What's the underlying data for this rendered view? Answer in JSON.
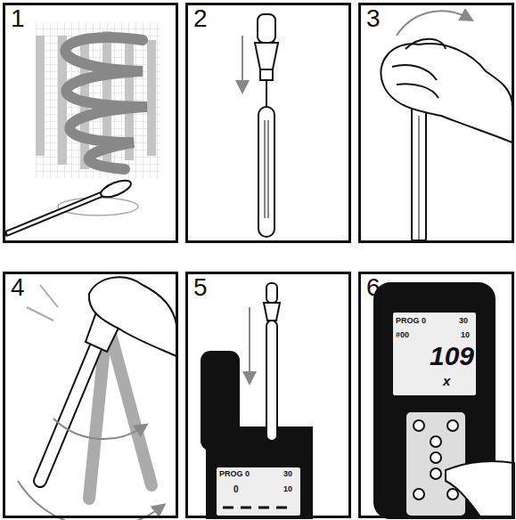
{
  "diagram": {
    "nodes": [
      {
        "text": [
          "1"
        ]
      },
      {
        "text": [
          "2"
        ]
      },
      {
        "text": [
          "3"
        ]
      },
      {
        "text": [
          "4"
        ]
      },
      {
        "text": [
          "5"
        ]
      },
      {
        "text": [
          "6"
        ]
      }
    ],
    "labels": [
      "PROG 0",
      "30",
      "0",
      "10",
      "PROG 0",
      "30",
      "#00",
      "10",
      "109",
      "x"
    ]
  }
}
